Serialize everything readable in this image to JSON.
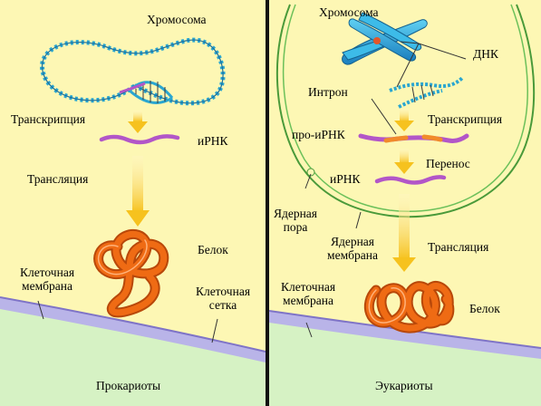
{
  "prokaryotes": {
    "chromosome": "Хромосома",
    "transcription": "Транскрипция",
    "mrna": "иРНК",
    "translation": "Трансляция",
    "protein": "Белок",
    "cell_membrane": [
      "Клеточная",
      "мембрана"
    ],
    "cell_wall": [
      "Клеточная",
      "сетка"
    ],
    "caption": "Прокариоты"
  },
  "eukaryotes": {
    "chromosome": "Хромосома",
    "dna": "ДНК",
    "intron": "Интрон",
    "pre_mrna": "про-иРНК",
    "transcription": "Транскрипция",
    "transfer": "Перенос",
    "mrna": "иРНК",
    "nuclear_pore": [
      "Ядерная",
      "пора"
    ],
    "nuclear_membrane": [
      "Ядерная",
      "мембрана"
    ],
    "translation": "Трансляция",
    "cell_membrane": [
      "Клеточная",
      "мембрана"
    ],
    "protein": "Белок",
    "caption": "Эукариоты"
  },
  "colors": {
    "cytoplasm": "#fdf7b4",
    "membrane_band": "#b9b4e8",
    "membrane_line": "#7f74c7",
    "exterior": "#d6f2c4",
    "nucleus_line": "#4a9a3a",
    "dna": "#2aa6d0",
    "mrna": "#b256c8",
    "intron": "#f18a2a",
    "protein": "#ef6b14",
    "arrow": "#f6c21e",
    "divider": "#111111"
  }
}
